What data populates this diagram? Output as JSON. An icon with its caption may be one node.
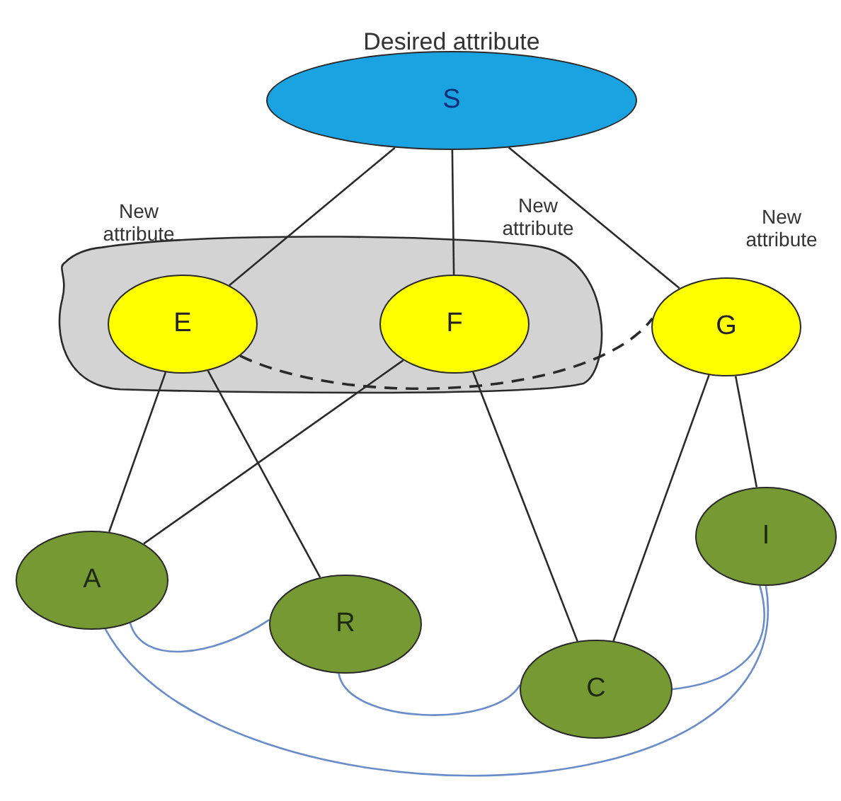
{
  "diagram": {
    "nodes": [
      {
        "text": [
          "S"
        ],
        "beside": [
          "Desired attribute"
        ]
      },
      {
        "text": [],
        "shape": "cloud"
      },
      {
        "text": [
          "E"
        ],
        "in": 1,
        "beside": [
          "New attribute"
        ]
      },
      {
        "text": [
          "F"
        ],
        "in": 1,
        "beside": [
          "New attribute"
        ]
      },
      {
        "text": [
          "G"
        ],
        "beside": [
          "New attribute"
        ]
      },
      {
        "text": [
          "A"
        ]
      },
      {
        "text": [
          "R"
        ]
      },
      {
        "text": [
          "C"
        ]
      },
      {
        "text": [
          "I"
        ]
      }
    ],
    "edges": [
      {
        "from": 0,
        "to": 2,
        "arrow": "none"
      },
      {
        "from": 0,
        "to": 3,
        "arrow": "none"
      },
      {
        "from": 0,
        "to": 4,
        "arrow": "none"
      },
      {
        "from": 2,
        "to": 5,
        "arrow": "none"
      },
      {
        "from": 2,
        "to": 6,
        "arrow": "none"
      },
      {
        "from": 3,
        "to": 5,
        "arrow": "none"
      },
      {
        "from": 3,
        "to": 7,
        "arrow": "none"
      },
      {
        "from": 4,
        "to": 7,
        "arrow": "none"
      },
      {
        "from": 4,
        "to": 8,
        "arrow": "none"
      },
      {
        "from": 2,
        "to": 4,
        "arrow": "none",
        "style": "dashed"
      },
      {
        "from": 5,
        "to": 6,
        "arrow": "none",
        "color": "#6a8cc8"
      },
      {
        "from": 6,
        "to": 7,
        "arrow": "none",
        "color": "#6a8cc8"
      },
      {
        "from": 7,
        "to": 8,
        "arrow": "none",
        "color": "#6a8cc8"
      },
      {
        "from": 5,
        "to": 8,
        "arrow": "none",
        "color": "#6a8cc8"
      }
    ]
  }
}
